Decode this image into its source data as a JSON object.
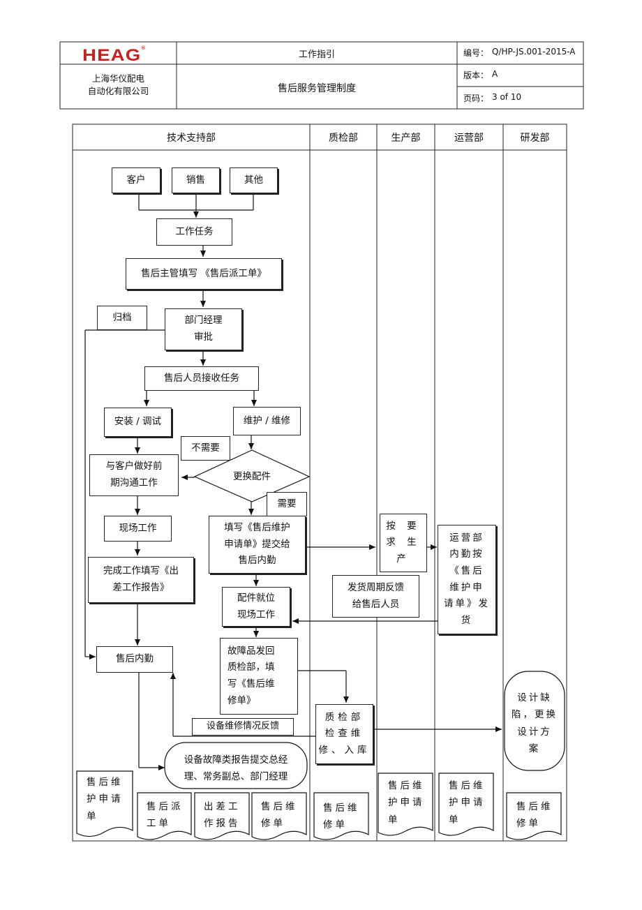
{
  "header": {
    "logo_text": "HEAG",
    "logo_mark": "®",
    "company": "上海华仪配电\n自动化有限公司",
    "doc_type": "工作指引",
    "doc_title": "售后服务管理制度",
    "number_label": "编号：",
    "number_value": "Q/HP-JS.001-2015-A",
    "version_label": "版本：",
    "version_value": "A",
    "page_label": "页码：",
    "page_value": "3 of 10"
  },
  "columns": [
    "技术支持部",
    "质检部",
    "生产部",
    "运营部",
    "研发部"
  ],
  "flow": {
    "customer": "客户",
    "sales": "销售",
    "other": "其他",
    "task": "工作任务",
    "fill_order": "售后主管填写 《售后派工单》",
    "archive": "归档",
    "approve": "部门经理\n审批",
    "receive": "售后人员接收任务",
    "install": "安装 / 调试",
    "maintain": "维护 / 维修",
    "no_need": "不需要",
    "replace": "更换配件",
    "need": "需要",
    "communicate": "与客户做好前\n期沟通工作",
    "onsite": "现场工作",
    "complete_report": "完成工作填写《出\n差工作报告》",
    "fill_repair_request": "填写《售后维护\n申请单》提交给\n售后内勤",
    "parts_ready": "配件就位\n现场工作",
    "aftersales_clerk": "售后内勤",
    "faulty_return": "故障品发回\n质检部，填\n写《售后维\n修单》",
    "feedback_repair": "设备维修情况反馈",
    "fault_report": "设备故障类报告提交总经\n理、常务副总、部门经理",
    "produce": "按 要\n求 生\n产",
    "ops_ship": "运营部\n内勤按\n《售后\n维护申\n请单》发\n货",
    "delivery_feedback": "发货周期反馈\n给售后人员",
    "qc_check": "质检部\n检查维\n修、入库",
    "design_fix": "设计缺\n陷，更换\n设计方\n案"
  },
  "documents": {
    "d1": "售后维\n护申请\n单",
    "d2": "售后派\n工单",
    "d3": "出差工\n作报告",
    "d4": "售后维\n修单",
    "d5": "售后维\n修单",
    "d6": "售后维\n护申请\n单",
    "d7": "售后维\n护申请\n单",
    "d8": "售后维\n修单"
  }
}
